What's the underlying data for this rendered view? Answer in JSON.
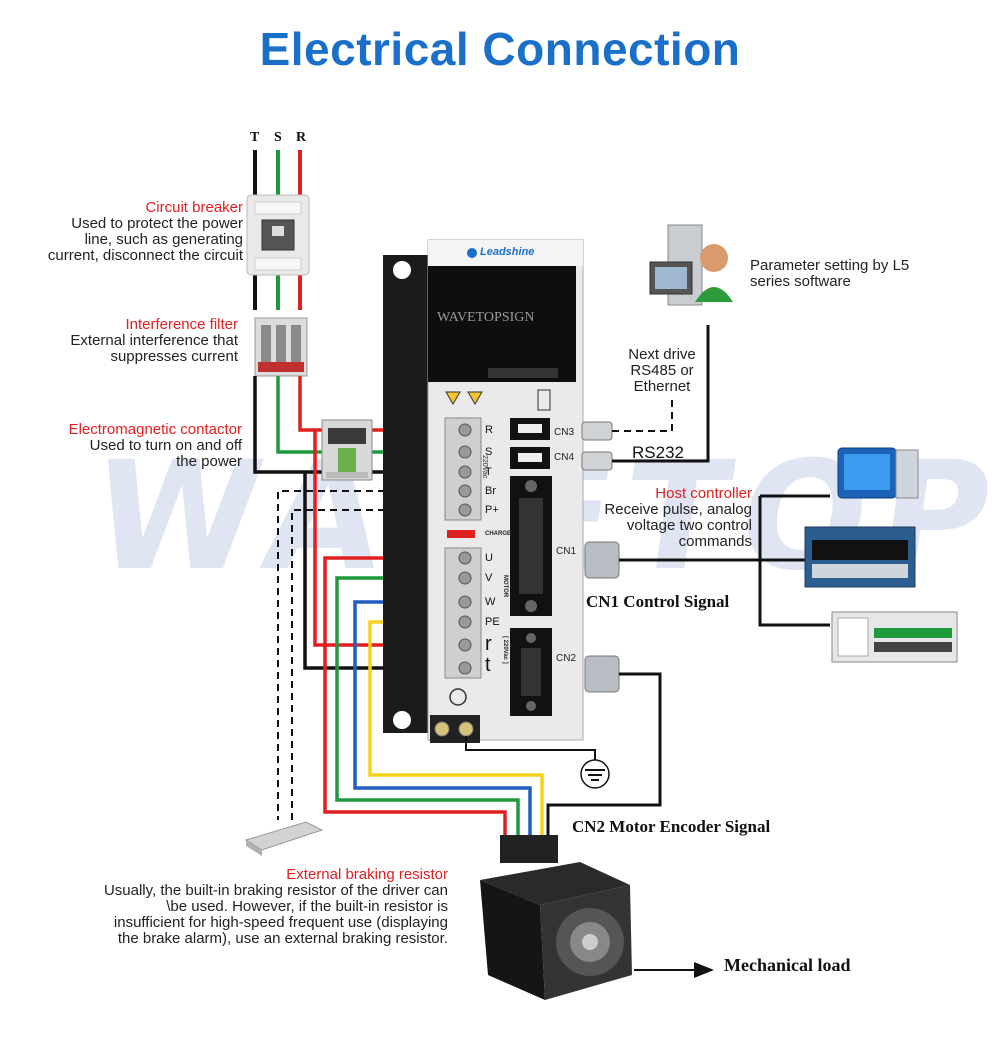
{
  "title": "Electrical Connection",
  "watermark": "WAVETOPSIGN",
  "phases": [
    "T",
    "S",
    "R"
  ],
  "circuit_breaker": {
    "title": "Circuit breaker",
    "desc": [
      "Used to protect the power",
      "line, such as generating",
      "current, disconnect the circuit"
    ]
  },
  "interference_filter": {
    "title": "Interference filter",
    "desc": [
      "External interference that",
      "suppresses current"
    ]
  },
  "contactor": {
    "title": "Electromagnetic contactor",
    "desc": [
      "Used to turn on and off",
      "the power"
    ]
  },
  "driver": {
    "brand": "Leadshine",
    "panel_watermark": "WAVETOPSIGN",
    "power_terminals": [
      "R",
      "S",
      "T",
      "Br",
      "P+"
    ],
    "power_voltage": "220Vac",
    "charge_label": "CHARGE",
    "motor_terminals": [
      "U",
      "V",
      "W",
      "PE"
    ],
    "motor_label": "MOTOR",
    "control_terminals": [
      "r",
      "t"
    ],
    "control_voltage": "[ 220Vac ]",
    "connectors": [
      "CN3",
      "CN4",
      "CN1",
      "CN2"
    ]
  },
  "software": {
    "desc": [
      "Parameter setting by L5",
      "series software"
    ]
  },
  "next_drive": [
    "Next drive",
    "RS485 or",
    "Ethernet"
  ],
  "rs232": "RS232",
  "host_controller": {
    "title": "Host controller",
    "desc": [
      "Receive pulse, analog",
      "voltage two control",
      "commands"
    ]
  },
  "cn1_signal": "CN1 Control Signal",
  "cn2_signal": "CN2 Motor Encoder Signal",
  "braking_resistor": {
    "title": "External braking resistor",
    "desc": [
      "Usually, the built-in braking resistor of the driver can",
      "\\be used. However, if the built-in resistor is",
      "insufficient for high-speed frequent use (displaying",
      "the brake alarm), use an external braking resistor."
    ]
  },
  "mechanical_load": "Mechanical load",
  "colors": {
    "title": "#1a6fc9",
    "label_red": "#e02020",
    "wire_red": "#e02020",
    "wire_green": "#1f9a3a",
    "wire_blue": "#1f5fbf",
    "wire_yellow": "#f2d21b",
    "wire_black": "#111111"
  }
}
